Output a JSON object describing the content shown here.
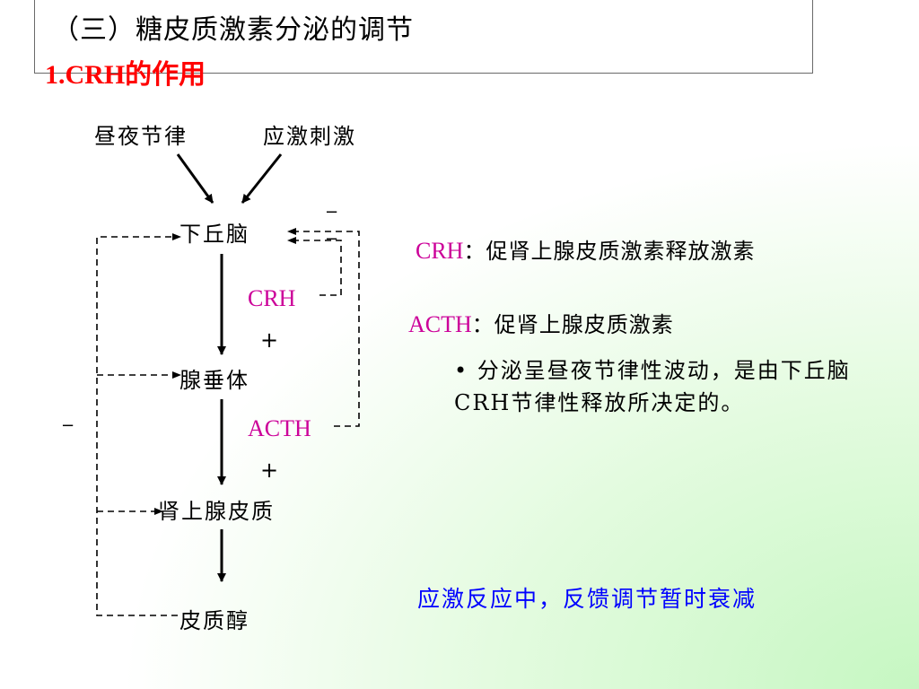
{
  "slide": {
    "title": "（三）糖皮质激素分泌的调节",
    "subtitle": "1.CRH的作用"
  },
  "diagram": {
    "inputs": [
      "昼夜节律",
      "应激刺激"
    ],
    "nodes": [
      "下丘脑",
      "腺垂体",
      "肾上腺皮质",
      "皮质醇"
    ],
    "hormones": [
      "CRH",
      "ACTH"
    ],
    "plus_sign": "+",
    "minus_sign": "−"
  },
  "definitions": [
    {
      "abbr": "CRH",
      "text": "：促肾上腺皮质激素释放激素"
    },
    {
      "abbr": "ACTH",
      "text": "：促肾上腺皮质激素"
    }
  ],
  "bullet_text": "• 分泌呈昼夜节律性波动，是由下丘脑CRH节律性释放所决定的。",
  "note": "应激反应中，反馈调节暂时衰减",
  "colors": {
    "title_border": "#6a6a6a",
    "subtitle": "#ff0000",
    "hormone": "#cc0099",
    "note": "#0000ff",
    "background_gradient": "#c6f7c2"
  }
}
